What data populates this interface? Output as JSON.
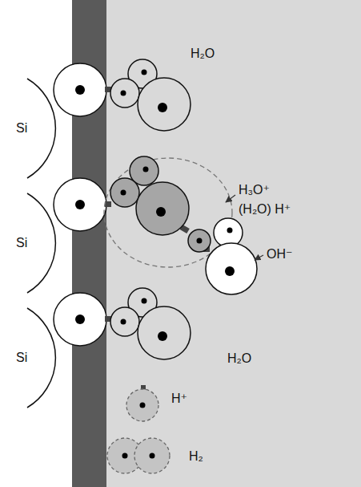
{
  "diagram": {
    "labels": [
      "Si",
      "Si",
      "Si",
      "H₂O",
      "H₃O⁺",
      "(H₂O) H⁺",
      "OH⁻",
      "H₂O",
      "H⁺",
      "H₂"
    ]
  }
}
